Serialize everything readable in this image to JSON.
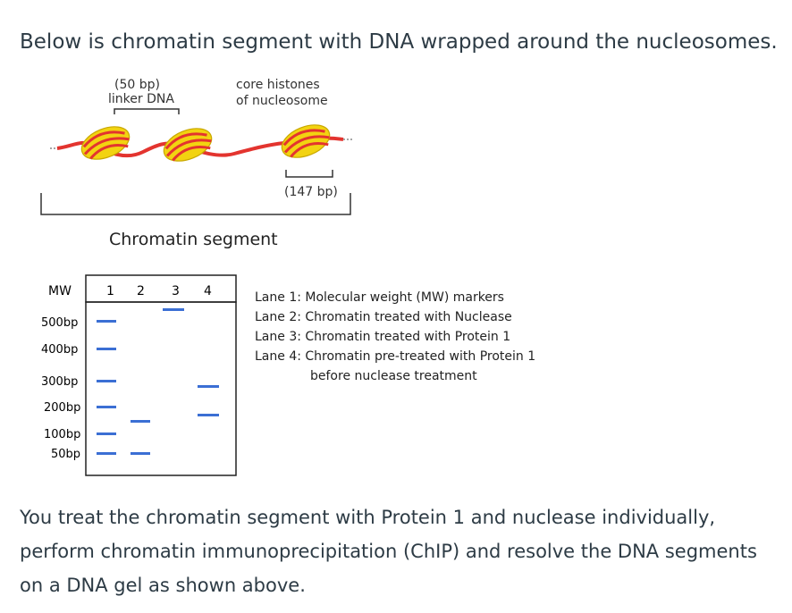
{
  "title": "Below is chromatin segment with DNA  wrapped around the nucleosomes.",
  "diagram": {
    "linker_label_line1": "(50 bp)",
    "linker_label_line2": "linker DNA",
    "core_label_line1": "core histones",
    "core_label_line2": "of nucleosome",
    "nucleosome_bp_label": "(147 bp)",
    "segment_label": "Chromatin segment",
    "colors": {
      "dna": "#e3342f",
      "histone": "#f2d311",
      "histone_edge": "#c9a800"
    }
  },
  "gel": {
    "mw_header": "MW",
    "lanes": [
      "1",
      "2",
      "3",
      "4"
    ],
    "markers": [
      "500bp",
      "400bp",
      "300bp",
      "200bp",
      "100bp",
      "50bp"
    ],
    "band_color": "#3b6fd4",
    "lane_bands": {
      "lane1": [
        "500bp",
        "400bp",
        "300bp",
        "200bp",
        "100bp",
        "50bp"
      ],
      "lane2": [
        "~150bp",
        "50bp"
      ],
      "lane3": [
        "well"
      ],
      "lane4": [
        "~300bp",
        "~150bp"
      ]
    }
  },
  "legend": {
    "lane1": "Lane 1: Molecular weight (MW) markers",
    "lane2": "Lane 2: Chromatin treated with Nuclease",
    "lane3": "Lane 3: Chromatin treated with Protein 1",
    "lane4_line1": "Lane 4:  Chromatin pre-treated with Protein 1",
    "lane4_line2": "before nuclease treatment"
  },
  "footer": "You treat the chromatin segment with  Protein 1 and nuclease individually, perform chromatin immunoprecipitation (ChIP) and resolve the DNA segments on a DNA gel  as shown above."
}
